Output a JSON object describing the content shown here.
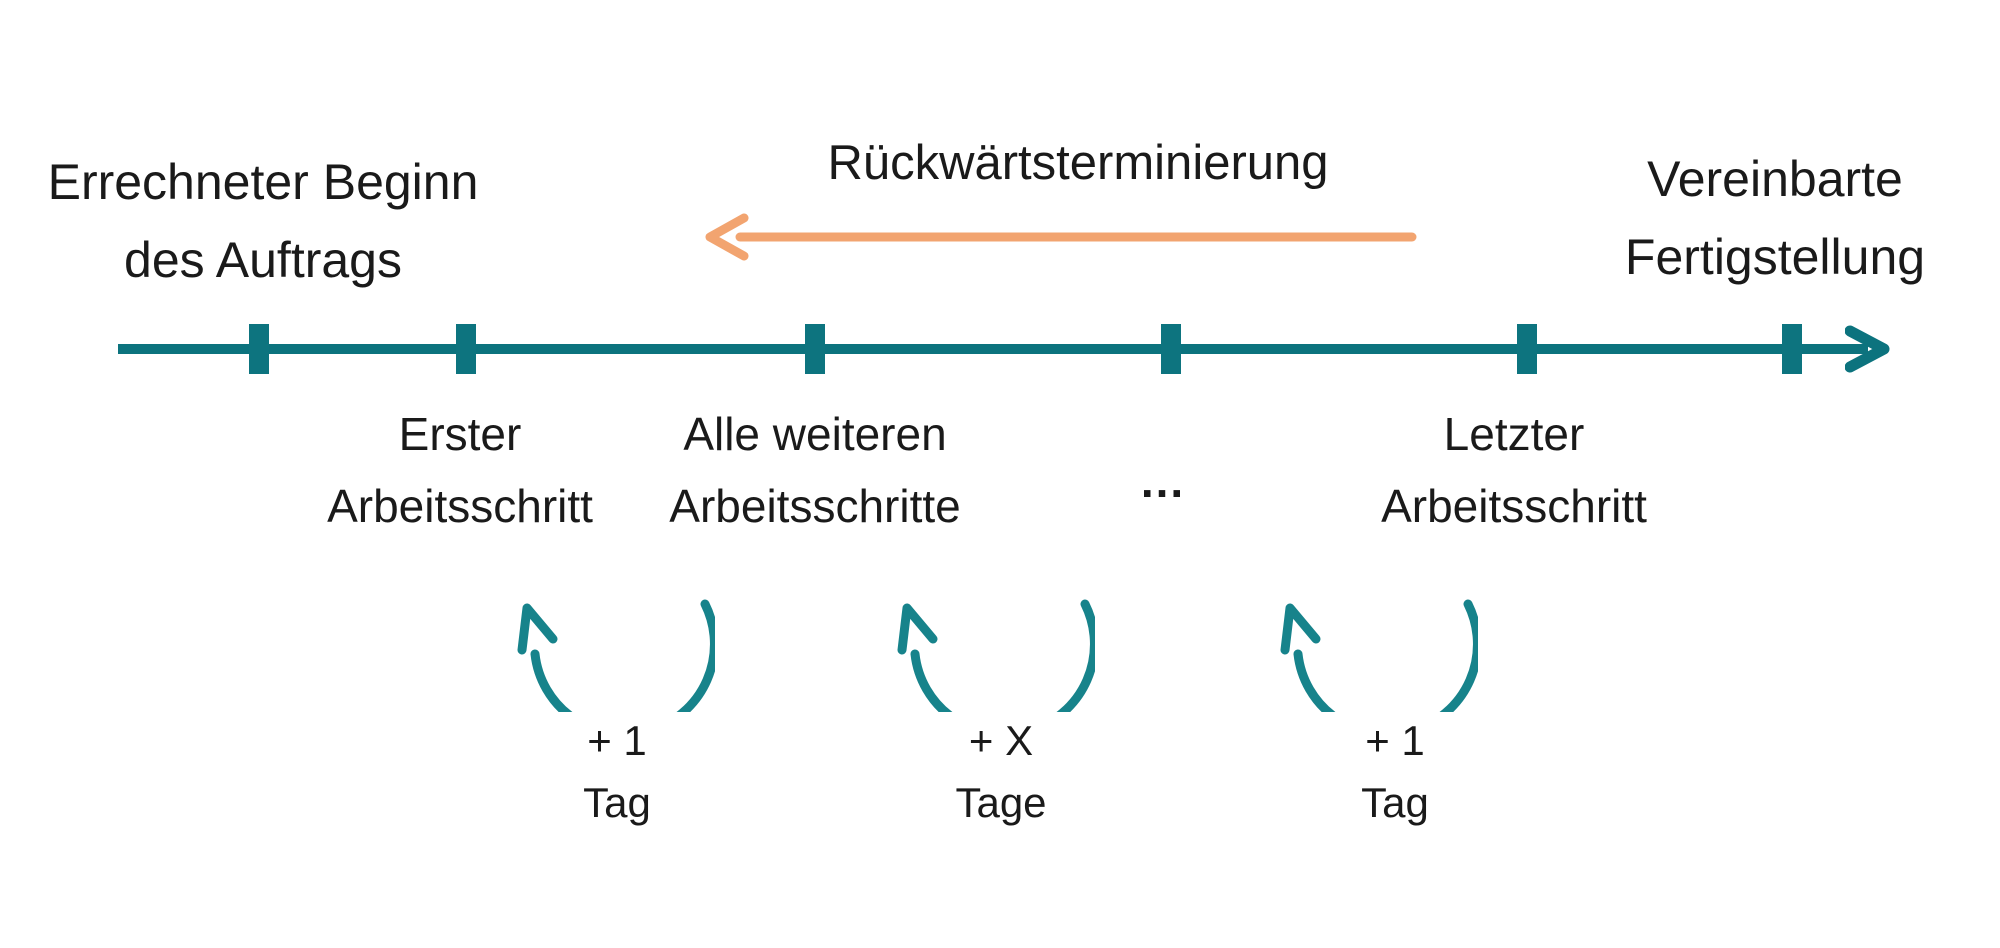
{
  "diagram_title": "Rückwärtsterminierung",
  "colors": {
    "timeline_teal": "#0c737e",
    "loop_arrow_teal": "#17838b",
    "backward_arrow_orange": "#f2a470",
    "text": "#1a1a1a",
    "background": "#ffffff"
  },
  "header": {
    "start_label": {
      "line1": "Errechneter Beginn",
      "line2": "des Auftrags"
    },
    "backward_scheduling_label": "Rückwärtsterminierung",
    "end_label": {
      "line1": "Vereinbarte",
      "line2": "Fertigstellung"
    }
  },
  "timeline": {
    "tick_count": 6,
    "direction": "left-to-right",
    "backward_arrow_direction": "right-to-left"
  },
  "steps": {
    "first": {
      "line1": "Erster",
      "line2": "Arbeitsschritt"
    },
    "further": {
      "line1": "Alle weiteren",
      "line2": "Arbeitsschritte"
    },
    "ellipsis": "...",
    "last": {
      "line1": "Letzter",
      "line2": "Arbeitsschritt"
    }
  },
  "loops": [
    {
      "value": "+ 1",
      "unit": "Tag"
    },
    {
      "value": "+ X",
      "unit": "Tage"
    },
    {
      "value": "+ 1",
      "unit": "Tag"
    }
  ]
}
